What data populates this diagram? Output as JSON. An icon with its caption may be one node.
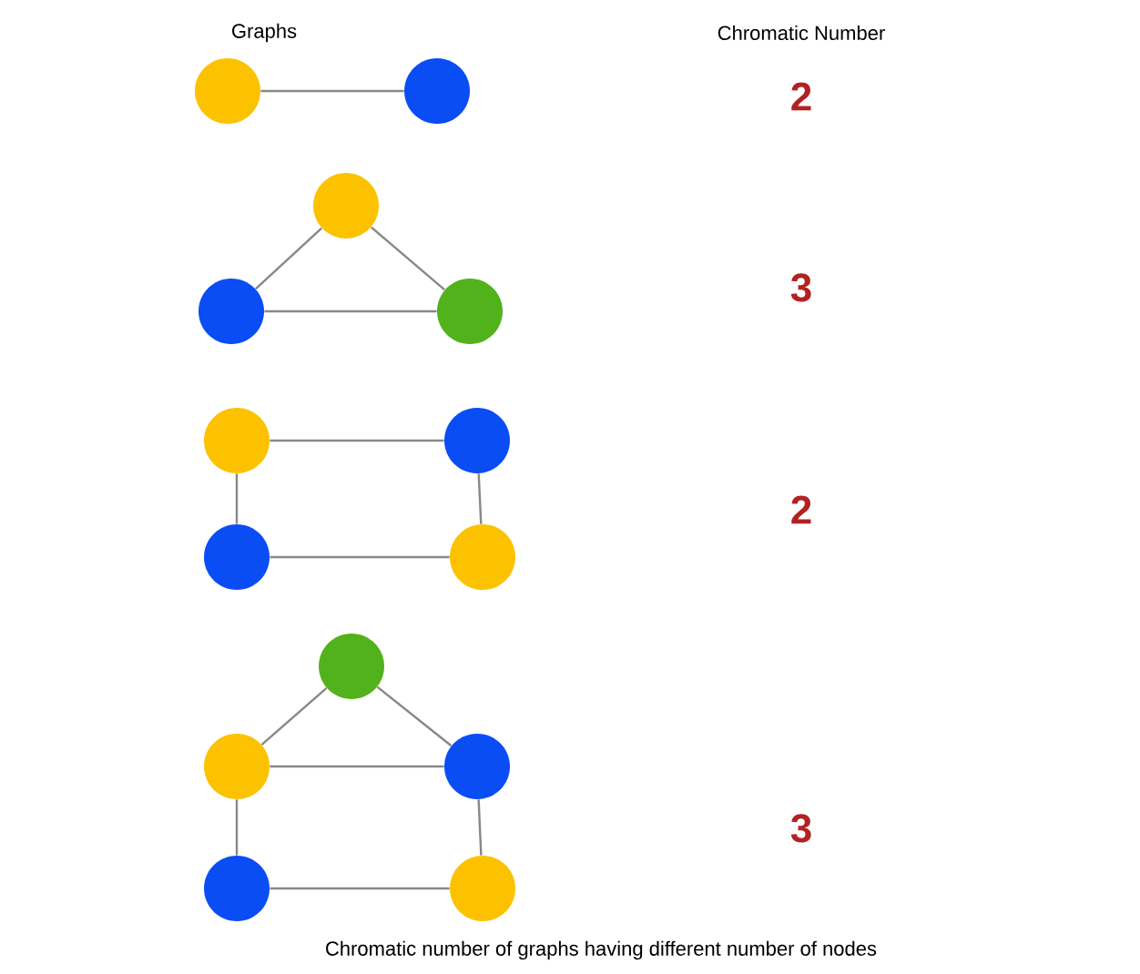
{
  "diagram": {
    "caption": "Chromatic number of graphs having different number of nodes",
    "nodes": [
      {
        "text": [],
        "shape": "circle"
      },
      {
        "text": [],
        "shape": "circle"
      },
      {
        "text": [],
        "shape": "circle"
      },
      {
        "text": [],
        "shape": "circle"
      },
      {
        "text": [],
        "shape": "circle"
      },
      {
        "text": [],
        "shape": "circle"
      },
      {
        "text": [],
        "shape": "circle"
      },
      {
        "text": [],
        "shape": "circle"
      },
      {
        "text": [],
        "shape": "circle"
      },
      {
        "text": [],
        "shape": "circle"
      },
      {
        "text": [],
        "shape": "circle"
      },
      {
        "text": [],
        "shape": "circle"
      },
      {
        "text": [],
        "shape": "circle"
      },
      {
        "text": [],
        "shape": "circle"
      }
    ],
    "edges": [
      {
        "from": 0,
        "to": 1,
        "arrow": "none"
      },
      {
        "from": 2,
        "to": 3,
        "arrow": "none"
      },
      {
        "from": 2,
        "to": 4,
        "arrow": "none"
      },
      {
        "from": 3,
        "to": 4,
        "arrow": "none"
      },
      {
        "from": 5,
        "to": 6,
        "arrow": "none"
      },
      {
        "from": 5,
        "to": 7,
        "arrow": "none"
      },
      {
        "from": 6,
        "to": 8,
        "arrow": "none"
      },
      {
        "from": 7,
        "to": 8,
        "arrow": "none"
      },
      {
        "from": 9,
        "to": 10,
        "arrow": "none"
      },
      {
        "from": 9,
        "to": 11,
        "arrow": "none"
      },
      {
        "from": 10,
        "to": 11,
        "arrow": "none"
      },
      {
        "from": 10,
        "to": 12,
        "arrow": "none"
      },
      {
        "from": 11,
        "to": 13,
        "arrow": "none"
      },
      {
        "from": 12,
        "to": 13,
        "arrow": "none"
      }
    ],
    "labels": [
      "Graphs",
      "Chromatic Number",
      "2",
      "3",
      "2",
      "3"
    ]
  }
}
